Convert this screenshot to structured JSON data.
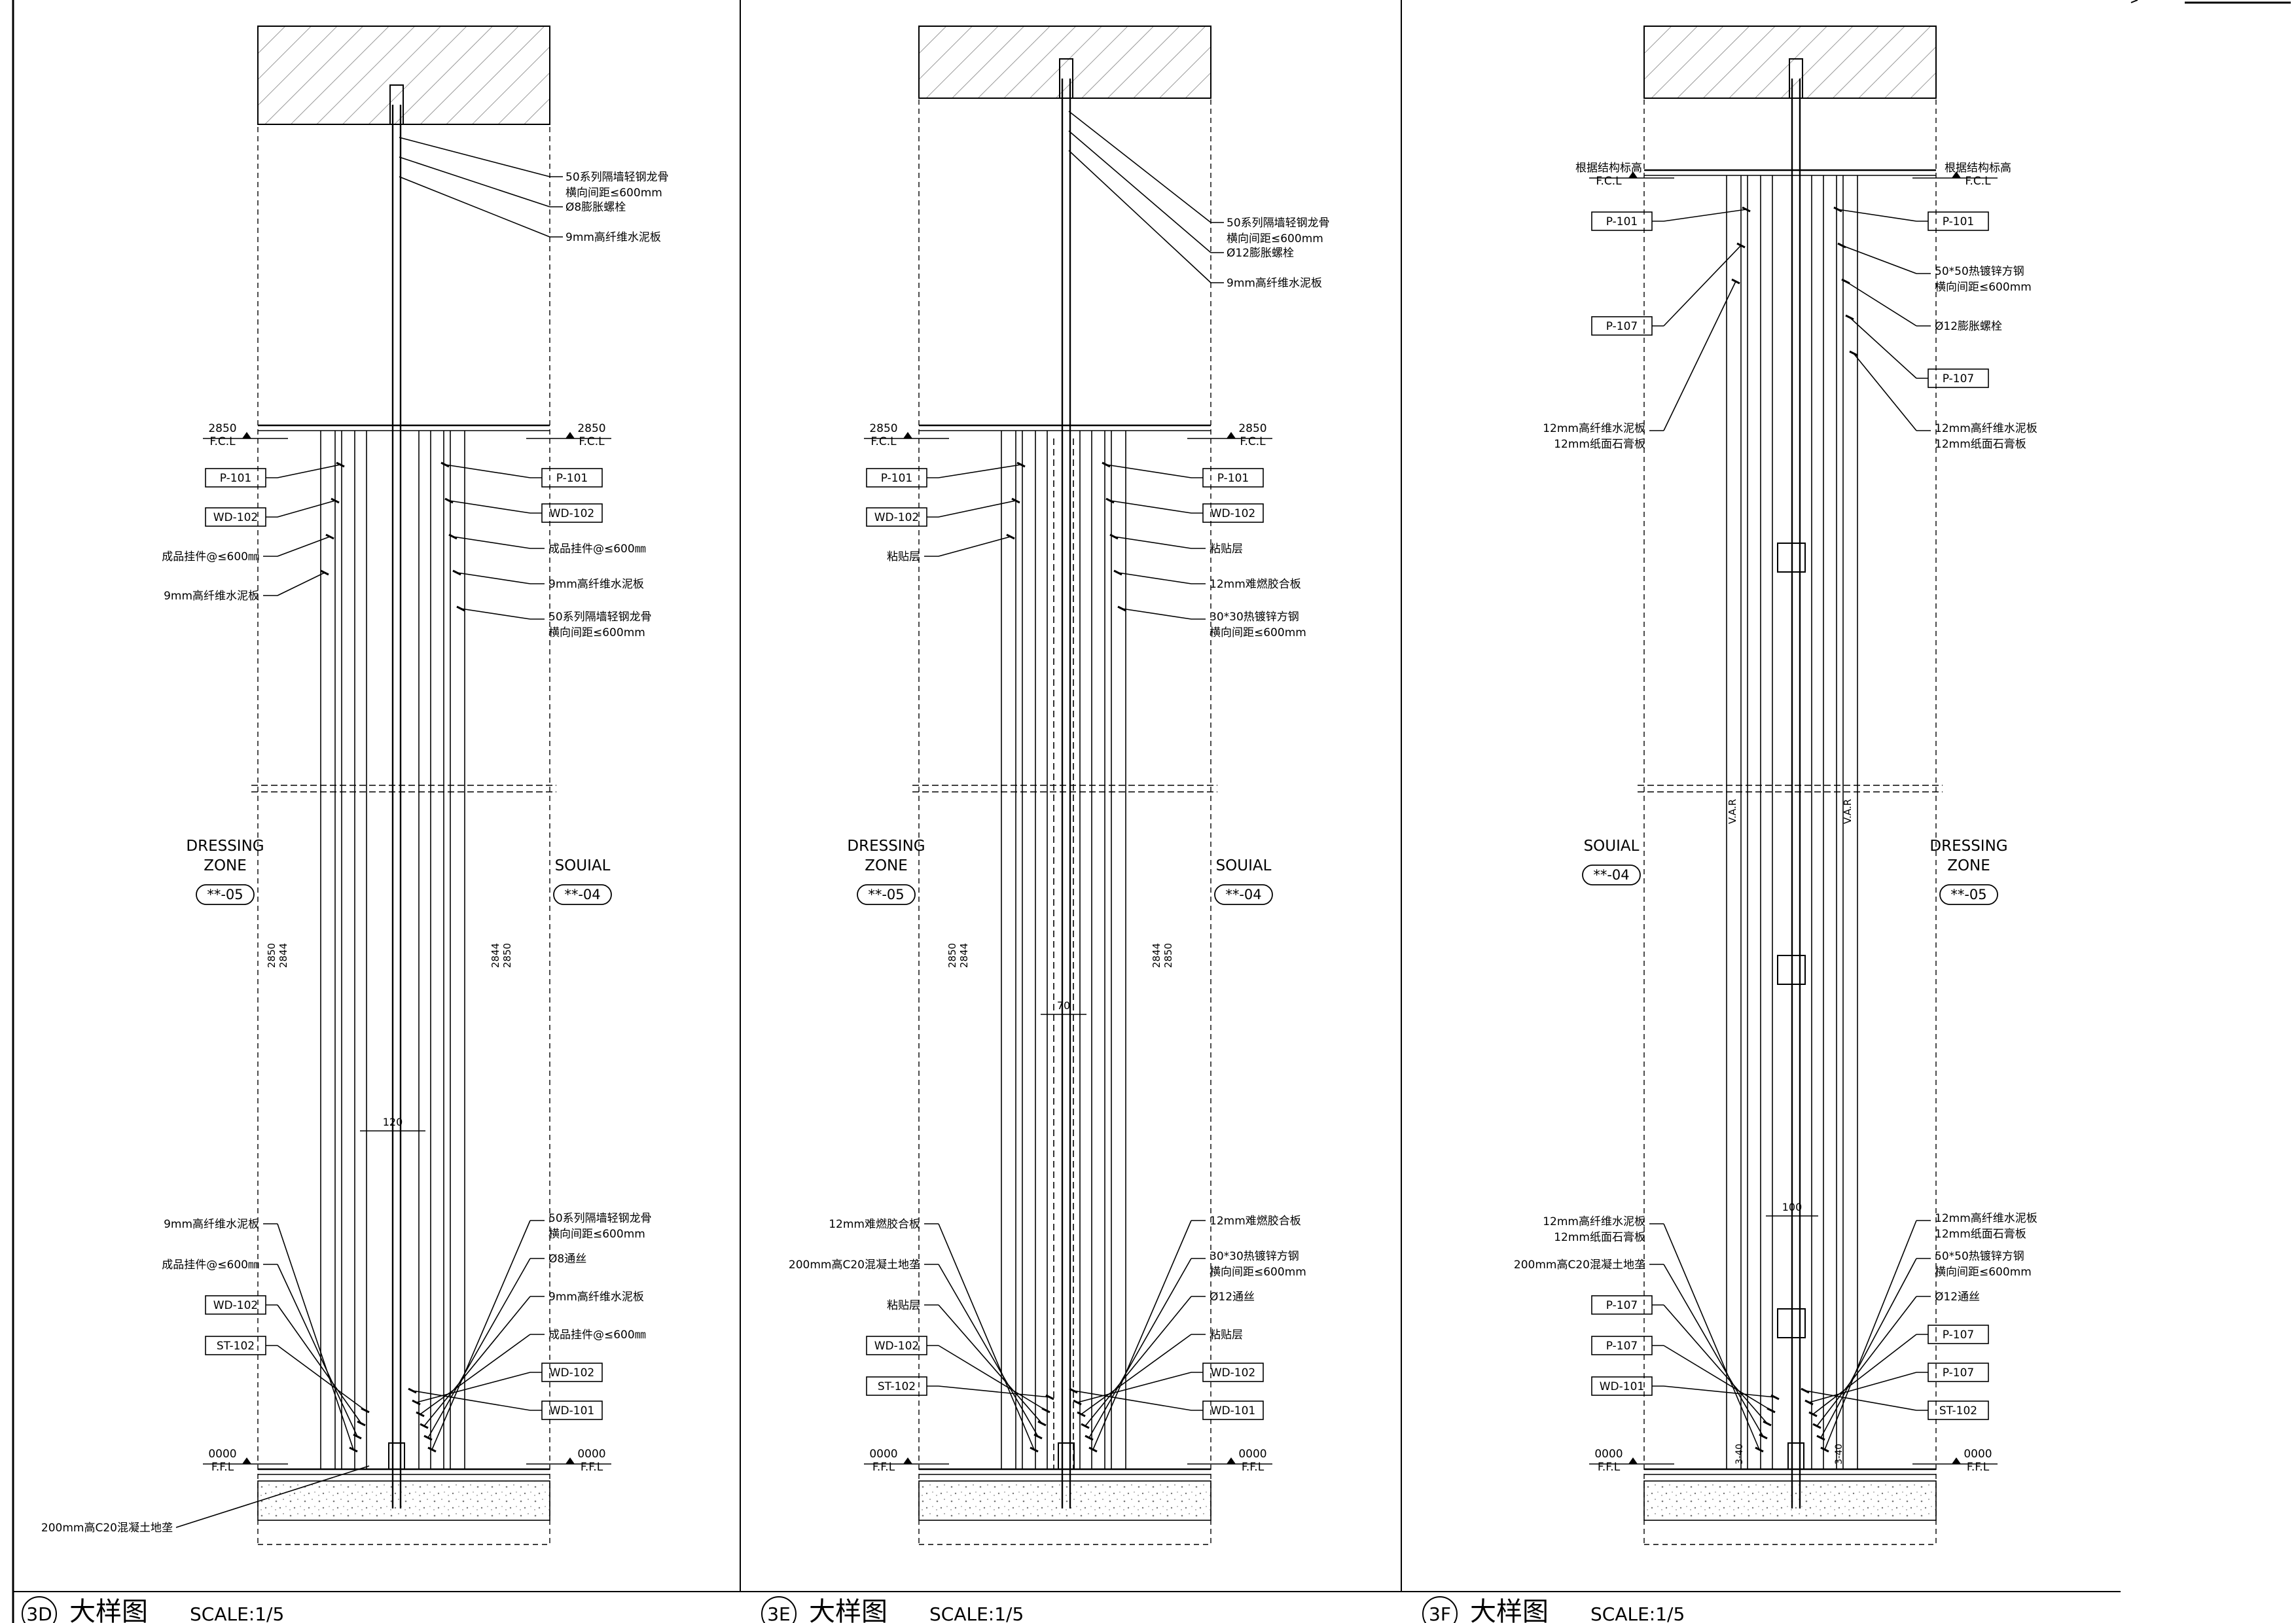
{
  "sheet": {
    "panels": [
      {
        "id": "3D",
        "title": "大样图",
        "scale": "SCALE:1/5",
        "zone_left": {
          "name": [
            "DRESSING",
            "ZONE"
          ],
          "ref": "**-05"
        },
        "zone_right": {
          "name": [
            "SOUIAL"
          ],
          "ref": "**-04"
        },
        "top_left": {
          "level": "2850",
          "label": "F.C.L"
        },
        "top_right": {
          "level": "2850",
          "label": "F.C.L"
        },
        "bottom_left": {
          "level": "0000",
          "label": "F.F.L"
        },
        "bottom_right": {
          "level": "0000",
          "label": "F.F.L"
        },
        "top_notes": [
          [
            "50系列隔墙轻钢龙骨",
            "横向间距≤600mm"
          ],
          [
            "Ø8膨胀螺栓"
          ],
          [
            "9mm高纤维水泥板"
          ]
        ],
        "left_callouts_top": [
          {
            "text": "P-101",
            "boxed": true
          },
          {
            "text": "WD-102",
            "boxed": true
          },
          {
            "text": "成品挂件@≤600㎜",
            "boxed": false
          },
          {
            "text": "9mm高纤维水泥板",
            "boxed": false
          }
        ],
        "right_callouts_top": [
          {
            "text": "P-101",
            "boxed": true
          },
          {
            "text": "WD-102",
            "boxed": true
          },
          {
            "text": "成品挂件@≤600㎜",
            "boxed": false
          },
          {
            "text": "9mm高纤维水泥板",
            "boxed": false
          },
          {
            "text": "50系列隔墙轻钢龙骨\n横向间距≤600mm",
            "boxed": false
          }
        ],
        "left_callouts_bottom": [
          {
            "text": "9mm高纤维水泥板",
            "boxed": false
          },
          {
            "text": "成品挂件@≤600㎜",
            "boxed": false
          },
          {
            "text": "WD-102",
            "boxed": true
          },
          {
            "text": "ST-102",
            "boxed": true
          }
        ],
        "right_callouts_bottom": [
          {
            "text": "50系列隔墙轻钢龙骨\n横向间距≤600mm",
            "boxed": false
          },
          {
            "text": "Ø8通丝",
            "boxed": false
          },
          {
            "text": "9mm高纤维水泥板",
            "boxed": false
          },
          {
            "text": "成品挂件@≤600㎜",
            "boxed": false
          },
          {
            "text": "WD-102",
            "boxed": true
          },
          {
            "text": "WD-101",
            "boxed": true
          }
        ],
        "bottom_note": "200mm高C20混凝土地垄",
        "dims": {
          "left": [
            "2850",
            "2844"
          ],
          "right": [
            "2844",
            "2850"
          ],
          "width": "120"
        }
      },
      {
        "id": "3E",
        "title": "大样图",
        "scale": "SCALE:1/5",
        "zone_left": {
          "name": [
            "DRESSING",
            "ZONE"
          ],
          "ref": "**-05"
        },
        "zone_right": {
          "name": [
            "SOUIAL"
          ],
          "ref": "**-04"
        },
        "top_left": {
          "level": "2850",
          "label": "F.C.L"
        },
        "top_right": {
          "level": "2850",
          "label": "F.C.L"
        },
        "bottom_left": {
          "level": "0000",
          "label": "F.F.L"
        },
        "bottom_right": {
          "level": "0000",
          "label": "F.F.L"
        },
        "top_notes": [
          [
            "50系列隔墙轻钢龙骨",
            "横向间距≤600mm"
          ],
          [
            "Ø12膨胀螺栓"
          ],
          [
            "9mm高纤维水泥板"
          ]
        ],
        "left_callouts_top": [
          {
            "text": "P-101",
            "boxed": true
          },
          {
            "text": "WD-102",
            "boxed": true
          },
          {
            "text": "粘贴层",
            "boxed": false
          }
        ],
        "right_callouts_top": [
          {
            "text": "P-101",
            "boxed": true
          },
          {
            "text": "WD-102",
            "boxed": true
          },
          {
            "text": "粘贴层",
            "boxed": false
          },
          {
            "text": "12mm难燃胶合板",
            "boxed": false
          },
          {
            "text": "30*30热镀锌方钢\n横向间距≤600mm",
            "boxed": false
          }
        ],
        "left_callouts_bottom": [
          {
            "text": "12mm难燃胶合板",
            "boxed": false
          },
          {
            "text": "200mm高C20混凝土地垄",
            "boxed": false
          },
          {
            "text": "粘贴层",
            "boxed": false
          },
          {
            "text": "WD-102",
            "boxed": true
          },
          {
            "text": "ST-102",
            "boxed": true
          }
        ],
        "right_callouts_bottom": [
          {
            "text": "12mm难燃胶合板",
            "boxed": false
          },
          {
            "text": "30*30热镀锌方钢\n横向间距≤600mm",
            "boxed": false
          },
          {
            "text": "Ø12通丝",
            "boxed": false
          },
          {
            "text": "粘贴层",
            "boxed": false
          },
          {
            "text": "WD-102",
            "boxed": true
          },
          {
            "text": "WD-101",
            "boxed": true
          }
        ],
        "dims": {
          "left": [
            "2850",
            "2844"
          ],
          "right": [
            "2844",
            "2850"
          ],
          "width": "70"
        }
      },
      {
        "id": "3F",
        "title": "大样图",
        "scale": "SCALE:1/5",
        "zone_left": {
          "name": [
            "SOUIAL"
          ],
          "ref": "**-04"
        },
        "zone_right": {
          "name": [
            "DRESSING",
            "ZONE"
          ],
          "ref": "**-05"
        },
        "top_left": {
          "level": "根据结构标高",
          "label": "F.C.L"
        },
        "top_right": {
          "level": "根据结构标高",
          "label": "F.C.L"
        },
        "bottom_left": {
          "level": "0000",
          "label": "F.F.L"
        },
        "bottom_right": {
          "level": "0000",
          "label": "F.F.L"
        },
        "left_callouts_top": [
          {
            "text": "P-101",
            "boxed": true
          },
          {
            "text": "P-107",
            "boxed": true
          },
          {
            "text": "12mm高纤维水泥板\n12mm纸面石膏板",
            "boxed": false
          }
        ],
        "right_callouts_top": [
          {
            "text": "P-101",
            "boxed": true
          },
          {
            "text": "50*50热镀锌方钢\n横向间距≤600mm",
            "boxed": false
          },
          {
            "text": "Ø12膨胀螺栓",
            "boxed": false
          },
          {
            "text": "P-107",
            "boxed": true
          },
          {
            "text": "12mm高纤维水泥板\n12mm纸面石膏板",
            "boxed": false
          }
        ],
        "left_callouts_bottom": [
          {
            "text": "12mm高纤维水泥板\n12mm纸面石膏板",
            "boxed": false
          },
          {
            "text": "200mm高C20混凝土地垄",
            "boxed": false
          },
          {
            "text": "P-107",
            "boxed": true
          },
          {
            "text": "P-107",
            "boxed": true
          },
          {
            "text": "WD-101",
            "boxed": true
          }
        ],
        "right_callouts_bottom": [
          {
            "text": "12mm高纤维水泥板\n12mm纸面石膏板",
            "boxed": false
          },
          {
            "text": "50*50热镀锌方钢\n横向间距≤600mm",
            "boxed": false
          },
          {
            "text": "Ø12通丝",
            "boxed": false
          },
          {
            "text": "P-107",
            "boxed": true
          },
          {
            "text": "P-107",
            "boxed": true
          },
          {
            "text": "ST-102",
            "boxed": true
          }
        ],
        "dims": {
          "var": "V.A.R",
          "width": "100",
          "small": "3-40"
        }
      }
    ]
  }
}
